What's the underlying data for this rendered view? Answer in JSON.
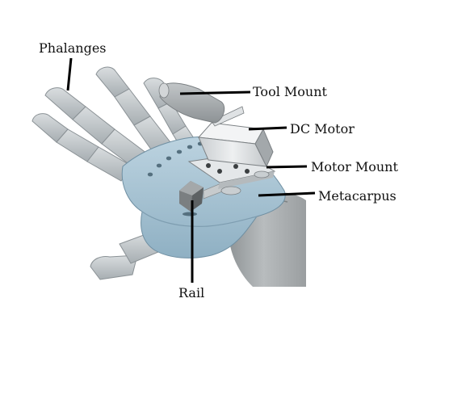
{
  "diagram": {
    "labels": {
      "phalanges": "Phalanges",
      "tool_mount": "Tool Mount",
      "dc_motor": "DC Motor",
      "motor_mount": "Motor Mount",
      "metacarpus": "Metacarpus",
      "rail": "Rail"
    },
    "colors": {
      "palm": "#a9c4d4",
      "palm_shadow": "#86a5b8",
      "finger": "#c3c9cc",
      "finger_dark": "#9fa6aa",
      "forearm": "#b3b7b9",
      "motor": "#e6e8ea",
      "leader_line": "#000000"
    }
  }
}
